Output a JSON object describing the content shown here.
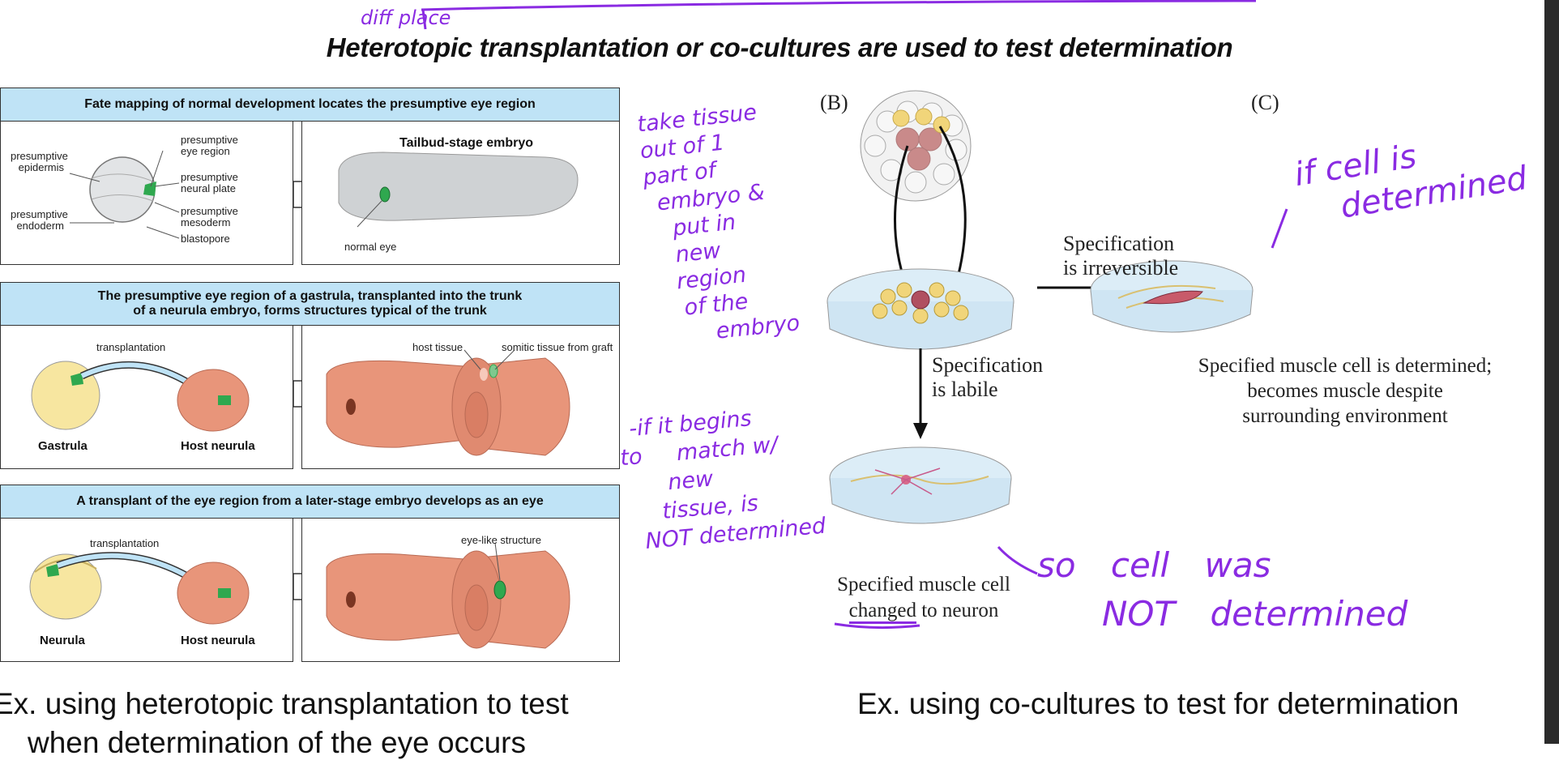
{
  "title": "Heterotopic transplantation or co-cultures are used to test determination",
  "annotations": {
    "top": "diff place",
    "left_notes": [
      "take tissue",
      "out of 1",
      "part of",
      "embryo &",
      "put in",
      "new",
      "region",
      "of the",
      "embryo"
    ],
    "middle_notes": [
      "-if it begins",
      "to",
      "match w/",
      "new",
      "tissue, is",
      "NOT determined"
    ],
    "top_right": [
      "if cell is",
      "determined"
    ],
    "bottom_right": [
      "so cell was",
      "NOT determined"
    ]
  },
  "left_figure": {
    "panel1": {
      "header": "Fate mapping of normal development locates the presumptive eye region",
      "labels": [
        "presumptive epidermis",
        "presumptive endoderm",
        "presumptive eye region",
        "presumptive neural plate",
        "presumptive mesoderm",
        "blastopore"
      ],
      "right_title": "Tailbud-stage embryo",
      "right_label": "normal eye"
    },
    "panel2": {
      "header_line1": "The presumptive eye region of a gastrula, transplanted into the trunk",
      "header_line2": "of a neurula embryo, forms structures typical of the trunk",
      "arrow_label": "transplantation",
      "donor": "Gastrula",
      "host": "Host neurula",
      "right_labels": [
        "host tissue",
        "somitic tissue from graft"
      ]
    },
    "panel3": {
      "header": "A transplant of the eye region from a later-stage embryo develops as an eye",
      "arrow_label": "transplantation",
      "donor": "Neurula",
      "host": "Host neurula",
      "right_label": "eye-like structure"
    }
  },
  "right_figure": {
    "label_b": "(B)",
    "label_c": "(C)",
    "spec_irrev_1": "Specification",
    "spec_irrev_2": "is irreversible",
    "spec_labile_1": "Specification",
    "spec_labile_2": "is labile",
    "determined_1": "Specified muscle cell is determined;",
    "determined_2": "becomes muscle despite",
    "determined_3": "surrounding environment",
    "changed_1": "Specified muscle cell",
    "changed_2a": "changed",
    "changed_2b": " to neuron"
  },
  "captions": {
    "left_line1": "Ex. using heterotopic transplantation to test",
    "left_line2": "when determination of the eye occurs",
    "right": "Ex. using co-cultures to test for determination"
  },
  "colors": {
    "handwriting": "#8a2be2",
    "header_bg": "#bfe3f6",
    "tissue": "#e8957a",
    "yolk": "#f7e6a0",
    "eye_green": "#2fa84f"
  }
}
